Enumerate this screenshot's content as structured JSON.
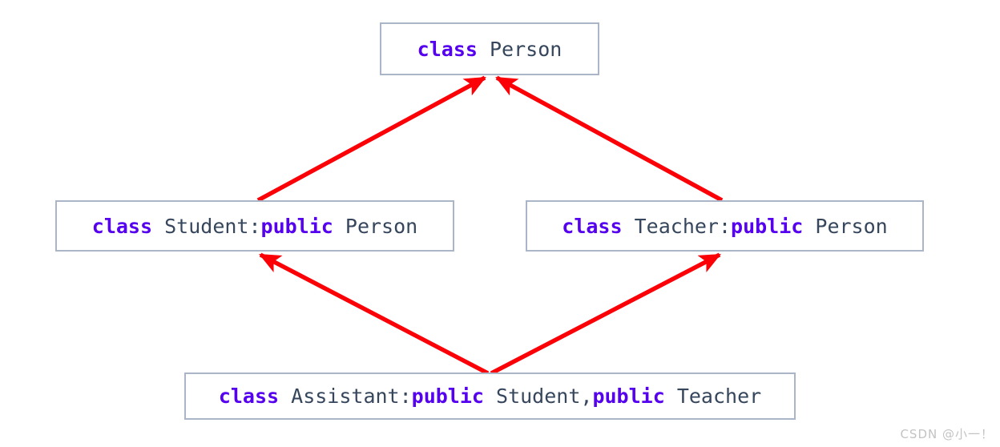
{
  "diagram": {
    "title": "C++ multiple inheritance class diagram",
    "colors": {
      "box_border": "#aab6c7",
      "box_background": "#ffffff",
      "keyword_text": "#5500ee",
      "identifier_text": "#36465c",
      "arrow": "#fb0007",
      "watermark": "#c3c3c3"
    },
    "nodes": [
      {
        "id": "person",
        "keyword": "class",
        "space1": " ",
        "name": "Person",
        "full_text": "class Person"
      },
      {
        "id": "student",
        "keyword": "class",
        "space1": " ",
        "name": "Student:",
        "access": "public",
        "space2": " ",
        "base": "Person",
        "full_text": "class Student:public Person"
      },
      {
        "id": "teacher",
        "keyword": "class",
        "space1": " ",
        "name": "Teacher:",
        "access": "public",
        "space2": " ",
        "base": "Person",
        "full_text": "class Teacher:public Person"
      },
      {
        "id": "assistant",
        "keyword": "class",
        "space1": " ",
        "name": "Assistant:",
        "access1": "public",
        "space2": " ",
        "base1": "Student,",
        "access2": "public",
        "space3": " ",
        "base2": "Teacher",
        "full_text": "class Assistant:public Student,public Teacher"
      }
    ],
    "edges": [
      {
        "id": "student-to-person",
        "from": "student",
        "to": "person",
        "label": ""
      },
      {
        "id": "teacher-to-person",
        "from": "teacher",
        "to": "person",
        "label": ""
      },
      {
        "id": "assistant-to-student",
        "from": "assistant",
        "to": "student",
        "label": ""
      },
      {
        "id": "assistant-to-teacher",
        "from": "assistant",
        "to": "teacher",
        "label": ""
      }
    ]
  },
  "watermark": {
    "text": "CSDN @小一！"
  }
}
